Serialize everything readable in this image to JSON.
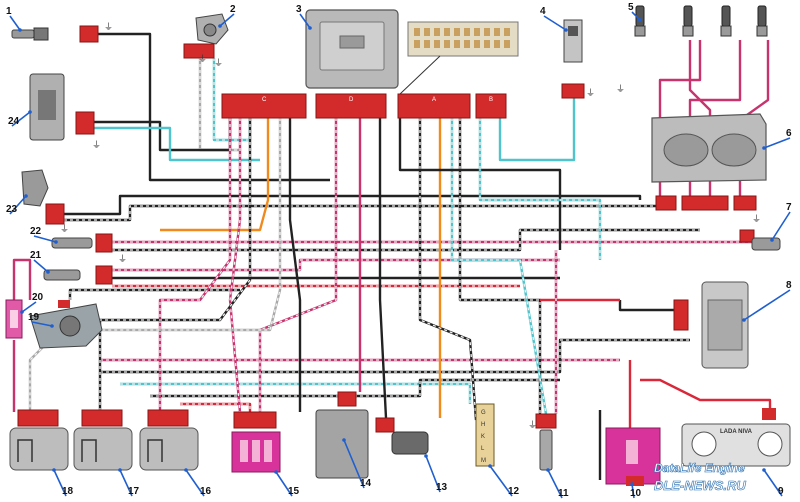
{
  "diagram": {
    "colors": {
      "black": "#222222",
      "red": "#d8283a",
      "pink": "#c8336e",
      "cyan": "#4fc4cc",
      "orange": "#f08a1c",
      "grey": "#a8a8a8",
      "white": "#f2f2f2",
      "connector": "#d32b2b",
      "component": "#b7b7b7",
      "magenta": "#d8339a"
    },
    "components": [
      {
        "number": "1",
        "icon": "sensor-icon"
      },
      {
        "number": "2",
        "icon": "throttle-sensor-icon"
      },
      {
        "number": "3",
        "icon": "ecu-icon"
      },
      {
        "number": "4",
        "icon": "relay-icon"
      },
      {
        "number": "5",
        "icon": "spark-plug-icon"
      },
      {
        "number": "6",
        "icon": "ignition-module-icon"
      },
      {
        "number": "7",
        "icon": "crank-sensor-icon"
      },
      {
        "number": "8",
        "icon": "fuel-pump-module-icon"
      },
      {
        "number": "9",
        "icon": "instrument-cluster-icon"
      },
      {
        "number": "10",
        "icon": "fuse-box-icon"
      },
      {
        "number": "11",
        "icon": "oxygen-sensor-icon"
      },
      {
        "number": "12",
        "icon": "diagnostic-connector-icon"
      },
      {
        "number": "13",
        "icon": "speed-sensor-icon"
      },
      {
        "number": "14",
        "icon": "canister-icon"
      },
      {
        "number": "15",
        "icon": "relay-block-icon"
      },
      {
        "number": "16",
        "icon": "injector-icon"
      },
      {
        "number": "17",
        "icon": "injector-icon"
      },
      {
        "number": "18",
        "icon": "injector-icon"
      },
      {
        "number": "19",
        "icon": "idle-valve-icon"
      },
      {
        "number": "20",
        "icon": "fuse-icon"
      },
      {
        "number": "21",
        "icon": "temperature-sensor-icon"
      },
      {
        "number": "22",
        "icon": "air-temp-sensor-icon"
      },
      {
        "number": "23",
        "icon": "position-sensor-icon"
      },
      {
        "number": "24",
        "icon": "mass-air-flow-sensor-icon"
      }
    ],
    "ecu_connectors": [
      "C",
      "D",
      "A",
      "B"
    ],
    "diag_pins": [
      "G",
      "H",
      "K",
      "L",
      "M"
    ],
    "cluster_brand": "LADA NIVA",
    "ground_symbol": "⏚"
  },
  "watermark": {
    "line1": "DataLife Engine",
    "line2": "DLE-NEWS.RU"
  }
}
